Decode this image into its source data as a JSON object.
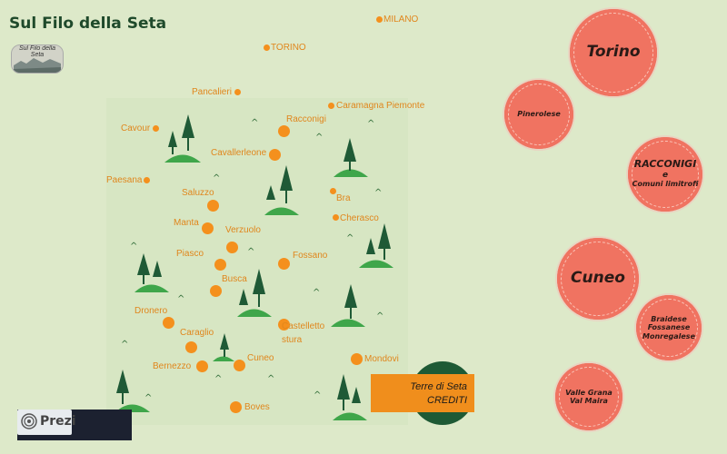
{
  "title": "Sul Filo della Seta",
  "logo_text": "Sul Filo della Seta",
  "cities_outside": {
    "milano": "MILANO",
    "torino": "TORINO",
    "pancalieri": "Pancalieri",
    "caramagna": "Caramagna Piemonte"
  },
  "cities": {
    "racconigi": "Racconigi",
    "cavour": "Cavour",
    "cavallerleone": "Cavallerleone",
    "paesana": "Paesana",
    "saluzzo": "Saluzzo",
    "bra": "Bra",
    "manta": "Manta",
    "verzuolo": "Verzuolo",
    "cherasco": "Cherasco",
    "piasco": "Piasco",
    "fossano": "Fossano",
    "busca": "Busca",
    "dronero": "Dronero",
    "caraglio": "Caraglio",
    "castelletto_line1": "Castelletto",
    "castelletto_line2": "stura",
    "bernezzo": "Bernezzo",
    "cuneo": "Cuneo",
    "mondovi": "Mondovi",
    "boves": "Boves"
  },
  "credits": {
    "line1": "Terre di Seta",
    "line2": "CREDITI"
  },
  "bubbles": {
    "torino": "Torino",
    "pinerolese": "Pinerolese",
    "racconigi_l1": "RACCONIGI",
    "racconigi_l2": "e",
    "racconigi_l3": "Comuni limitrofi",
    "cuneo": "Cuneo",
    "braidese_l1": "Braidese",
    "braidese_l2": "Fossanese",
    "braidese_l3": "Monregalese",
    "valle_l1": "Valle Grana",
    "valle_l2": "Val Maira"
  },
  "prezi": {
    "label": "Prezi"
  },
  "colors": {
    "background": "#dde9c9",
    "title": "#1f4a2b",
    "city_dot": "#f4901d",
    "bubble": "#f07361",
    "credits": "#f08e1c",
    "tree": "#1f5a36",
    "hill": "#3fa64a"
  }
}
